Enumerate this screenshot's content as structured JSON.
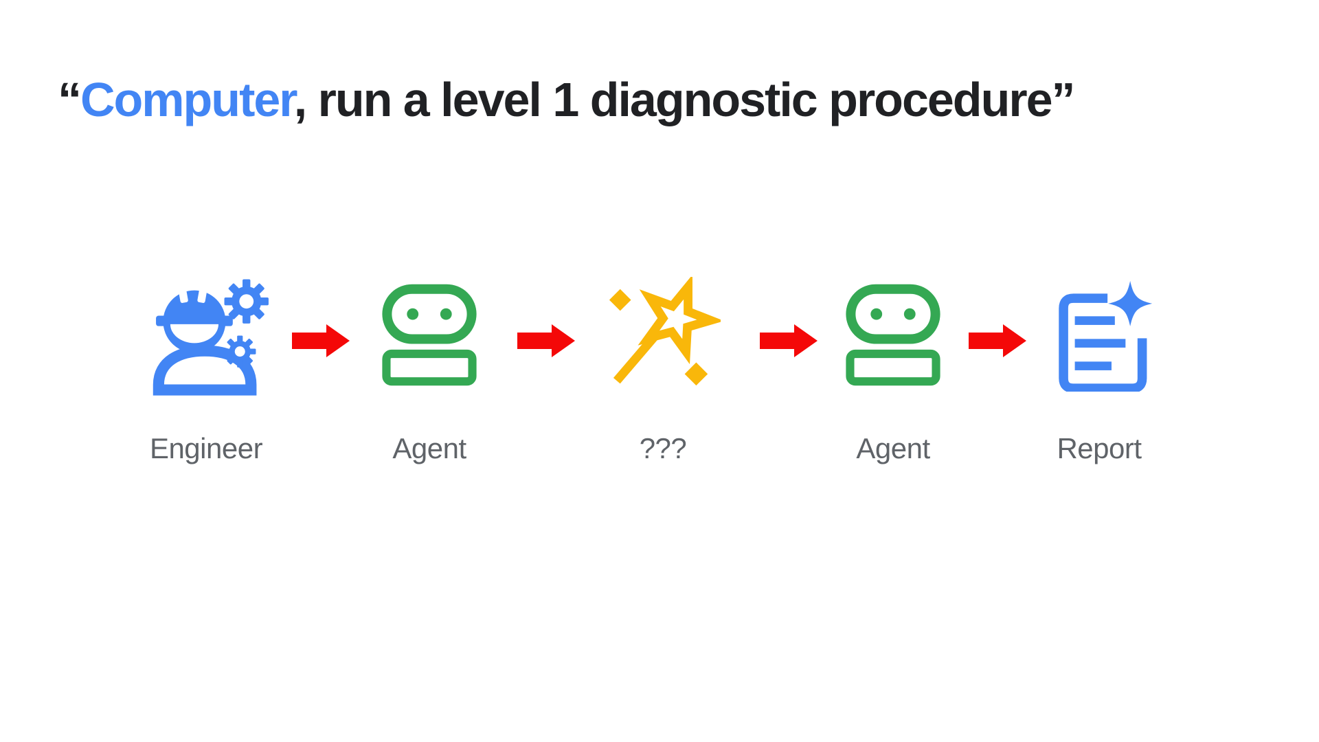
{
  "theme": {
    "blue": "#4285F4",
    "green": "#34A853",
    "yellow": "#F9B70A",
    "red": "#F40808",
    "ink": "#202124",
    "gray": "#5F6368",
    "background": "#FFFFFF"
  },
  "slide": {
    "title": {
      "quote_open": "“",
      "highlight": "Computer",
      "rest": ", run a level 1 diagnostic procedure",
      "quote_close": "”",
      "highlight_color": "#4285F4",
      "text_color": "#202124"
    },
    "flow": {
      "label_color": "#5F6368",
      "arrow_color": "#F40808",
      "arrow_count": 4,
      "nodes": [
        {
          "id": "engineer",
          "label": "Engineer",
          "icon": "engineer-hardhat-gears-icon",
          "color": "#4285F4"
        },
        {
          "id": "agent-1",
          "label": "Agent",
          "icon": "robot-agent-icon",
          "color": "#34A853"
        },
        {
          "id": "unknown",
          "label": "???",
          "icon": "magic-wand-sparkles-icon",
          "color": "#F9B70A"
        },
        {
          "id": "agent-2",
          "label": "Agent",
          "icon": "robot-agent-icon",
          "color": "#34A853"
        },
        {
          "id": "report",
          "label": "Report",
          "icon": "report-document-sparkle-icon",
          "color": "#4285F4"
        }
      ]
    }
  }
}
